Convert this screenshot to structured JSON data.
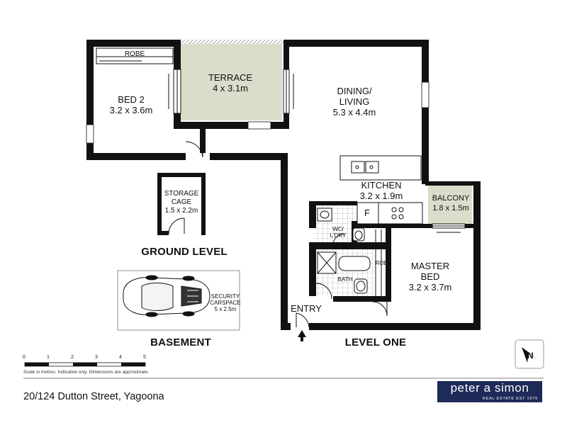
{
  "rooms": {
    "bed2": {
      "name": "BED 2",
      "size": "3.2 x 3.6m"
    },
    "terrace": {
      "name": "TERRACE",
      "size": "4 x 3.1m"
    },
    "dining": {
      "name": "DINING/",
      "name2": "LIVING",
      "size": "5.3 x 4.4m"
    },
    "kitchen": {
      "name": "KITCHEN",
      "size": "3.2 x 1.9m"
    },
    "balcony": {
      "name": "BALCONY",
      "size": "1.8 x 1.5m"
    },
    "master": {
      "name": "MASTER",
      "name2": "BED",
      "size": "3.2 x 3.7m"
    },
    "storage": {
      "name": "STORAGE",
      "name2": "CAGE",
      "size": "1.5 x 2.2m"
    },
    "wc": {
      "name": "WC/",
      "name2": "L'DRY"
    },
    "bath": {
      "name": "BATH"
    },
    "robe_bed2": "ROBE",
    "robe_master": "ROBE",
    "fridge": "F",
    "entry": "ENTRY",
    "carspace": {
      "name": "SECURITY",
      "name2": "CARSPACE",
      "size": "5 x 2.5m"
    }
  },
  "levels": {
    "ground": "GROUND LEVEL",
    "basement": "BASEMENT",
    "level_one": "LEVEL ONE"
  },
  "scale": {
    "ticks": [
      "0",
      "1",
      "2",
      "3",
      "4",
      "5"
    ],
    "note": "Scale in metres. Indicative only. Dimensions are approximate."
  },
  "address": "20/124 Dutton Street, Yagoona",
  "brand": {
    "name": "peter a simon",
    "tagline": "REAL ESTATE EST 1975"
  },
  "compass_icon": "north-arrow-icon",
  "colors": {
    "wall": "#111111",
    "terrace": "#dcdccb",
    "balcony": "#dcdccb",
    "brand_bg": "#1e2a58",
    "tile": "#9a9a9a"
  }
}
